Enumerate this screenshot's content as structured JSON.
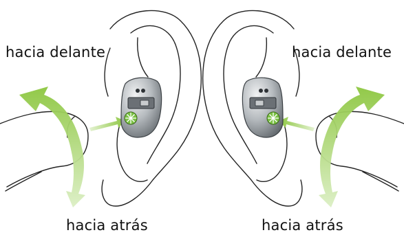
{
  "labels": {
    "forward_left": "hacia delante",
    "back_left": "hacia atrás",
    "forward_right": "hacia delante",
    "back_right": "hacia atrás"
  },
  "colors": {
    "arrow_green": "#8cc63f",
    "arrow_green_light": "#d7ecbd",
    "device_grey": "#9aa0a6",
    "device_dark": "#5e6469",
    "wheel_green": "#7ac143",
    "outline": "#222222"
  },
  "icons": [
    "hearing-aid-icon",
    "volume-wheel-icon",
    "finger-icon",
    "ear-outline-icon",
    "rotation-arrow-icon",
    "pointer-arrow-icon"
  ]
}
